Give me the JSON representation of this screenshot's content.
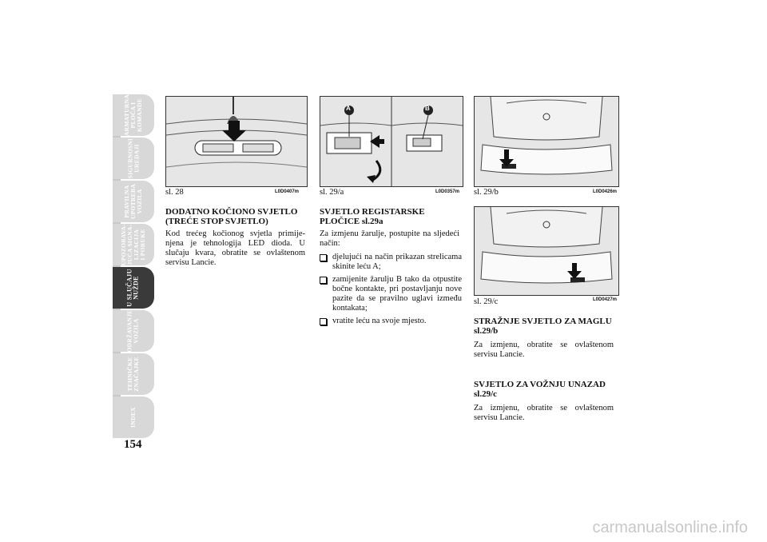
{
  "sidebar": {
    "tabs": [
      {
        "label": "ARMATURNA\nPLOČA I\nKOMANDE",
        "active": false
      },
      {
        "label": "SIGURNOSNI\nUREĐAJI",
        "active": false
      },
      {
        "label": "PRAVILNA\nUPOTREBA\nVOZILA",
        "active": false
      },
      {
        "label": "UPOZORAVA-\nJUĆA SIGNA-\nLIZACIJA\nI PORUKE",
        "active": false
      },
      {
        "label": "U SLUČAJU\nNUŽDE",
        "active": true
      },
      {
        "label": "ODRŽAVANJE\nVOZILA",
        "active": false
      },
      {
        "label": "TEHNIČKE\nZNAČAJKE",
        "active": false
      },
      {
        "label": "INDEX",
        "active": false
      }
    ]
  },
  "page_number": "154",
  "figures": {
    "f28": {
      "caption": "sl. 28",
      "code": "L0D0407m"
    },
    "f29a": {
      "caption": "sl. 29/a",
      "code": "L0D0357m",
      "label_a": "A",
      "label_b": "B"
    },
    "f29b": {
      "caption": "sl. 29/b",
      "code": "L0D0426m"
    },
    "f29c": {
      "caption": "sl. 29/c",
      "code": "L0D0427m"
    }
  },
  "col1": {
    "heading": "DODATNO KOČIONO SVJETLO (TREĆE STOP SVJETLO)",
    "text": "Kod trećeg kočionog svjetla primije- njena je tehnologija LED dioda. U slučaju kvara, obratite se ovlaštenom servisu Lancie."
  },
  "col2": {
    "heading": "SVJETLO REGISTARSKE PLOČICE sl.29a",
    "intro": "Za izmjenu žarulje, postupite na sljedeći način:",
    "steps": [
      "djelujući na način prikazan strelicama skinite leću A;",
      "zamijenite žarulju B tako da otpustite bočne kontakte, pri postavljanju nove pazite da se pravilno uglavi između kontakata;",
      "vratite leću na svoje mjesto."
    ]
  },
  "col3": {
    "heading1": "STRAŽNJE SVJETLO ZA MAGLU sl.29/b",
    "text1": "Za izmjenu, obratite se ovlaštenom servisu Lancie.",
    "heading2": "SVJETLO ZA VOŽNJU UNAZAD sl.29/c",
    "text2": "Za izmjenu, obratite se ovlaštenom servisu Lancie."
  },
  "watermark": "carmanualsonline.info"
}
